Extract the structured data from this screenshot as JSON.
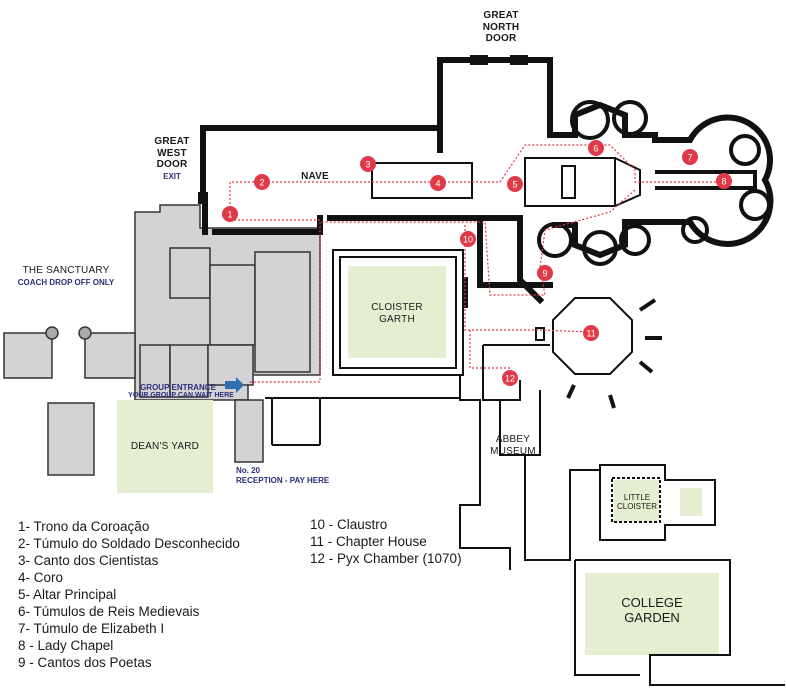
{
  "labels": {
    "great_north_door": "GREAT\nNORTH\nDOOR",
    "great_west_door": "GREAT\nWEST\nDOOR",
    "exit": "EXIT",
    "nave": "NAVE",
    "the_sanctuary": "THE SANCTUARY",
    "coach_drop_off": "COACH DROP OFF ONLY",
    "group_entrance": "GROUP ENTRANCE",
    "group_wait": "YOUR GROUP CAN WAIT HERE",
    "deans_yard": "DEAN'S YARD",
    "cloister_garth": "CLOISTER\nGARTH",
    "abbey_museum": "ABBEY\nMUSEUM",
    "no_20": "No. 20",
    "reception": "RECEPTION - PAY HERE",
    "little_cloister": "LITTLE\nCLOISTER",
    "college_garden": "COLLEGE\nGARDEN"
  },
  "markers": [
    "1",
    "2",
    "3",
    "4",
    "5",
    "6",
    "7",
    "8",
    "9",
    "10",
    "11",
    "12"
  ],
  "legend_left": [
    "1- Trono da Coroação",
    "2- Túmulo do Soldado Desconhecido",
    "3- Canto dos Cientistas",
    "4- Coro",
    "5- Altar Principal",
    "6- Túmulos de Reis Medievais",
    "7- Túmulo de Elizabeth I",
    "8 - Lady Chapel",
    "9 - Cantos dos Poetas"
  ],
  "legend_right": [
    "10 - Claustro",
    "11 - Chapter House",
    "12 - Pyx Chamber (1070)"
  ],
  "colors": {
    "wall": "#111111",
    "building_gray": "#d3d3d5",
    "garden_green": "#e6eed2",
    "marker_red": "#e03a48",
    "route_red": "#e03a48",
    "entrance_arrow": "#2f6fb0",
    "annotation_blue": "#2b2f7a"
  }
}
